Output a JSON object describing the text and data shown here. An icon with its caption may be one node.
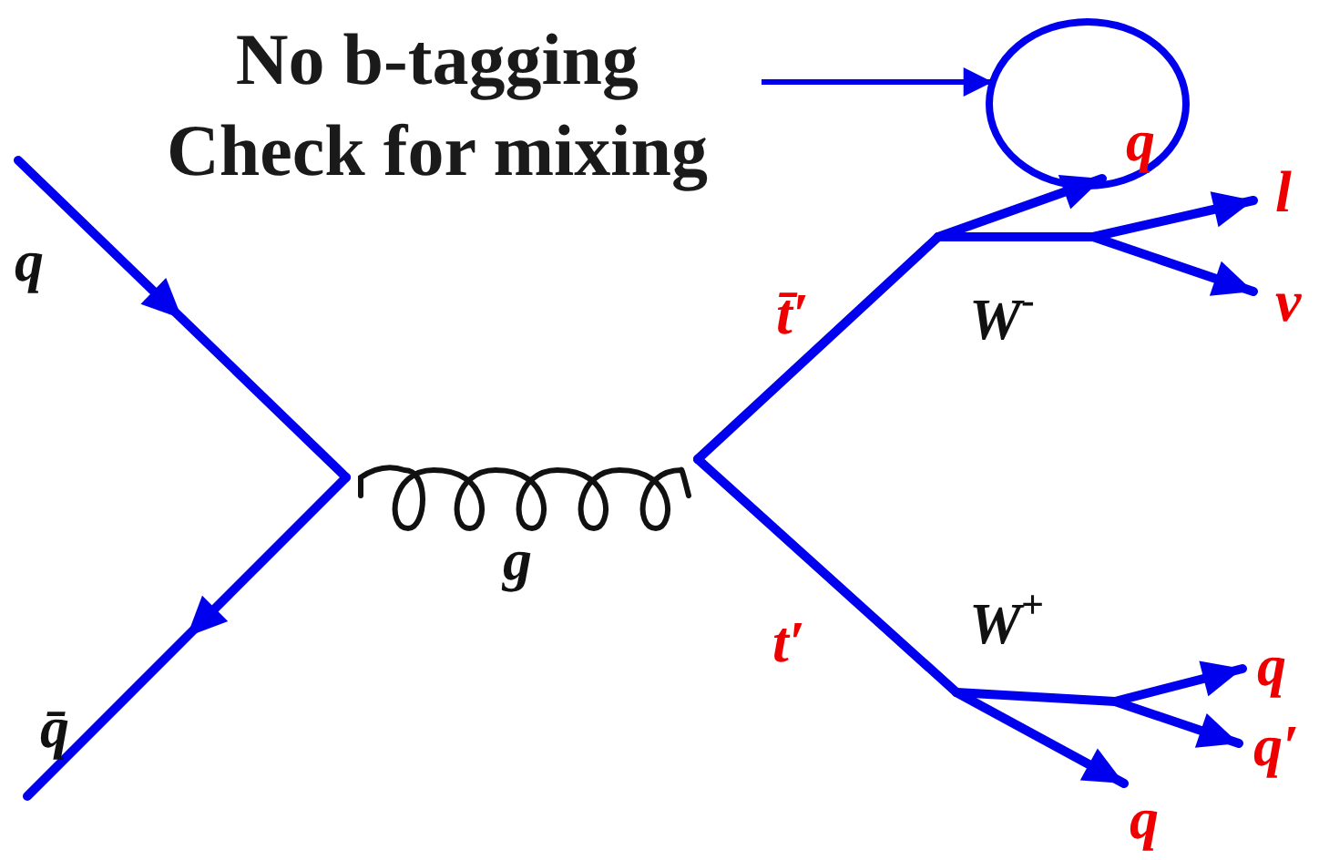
{
  "diagram": {
    "nodes": [
      {
        "text": [
          "No b-tagging Check for mixing"
        ]
      },
      {
        "text": [],
        "shape": "circle"
      }
    ],
    "edges": [
      {
        "from": 0,
        "to": 1,
        "arrow": "to"
      }
    ],
    "labels": [
      "q",
      "q̄",
      "g",
      "t̄′",
      "t′",
      "W$^{-}$",
      "W$^{+}$",
      "q",
      "l",
      "ν",
      "q",
      "q′",
      "q"
    ]
  }
}
